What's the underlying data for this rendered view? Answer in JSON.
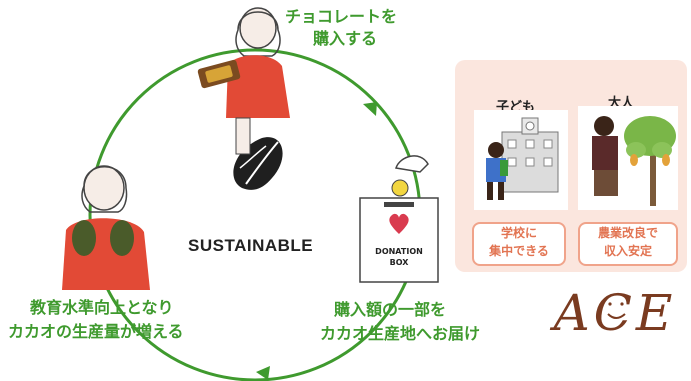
{
  "cycle": {
    "center_label": "SUSTAINABLE",
    "step_buy": [
      "チョコレートを",
      "購入する"
    ],
    "step_donate": [
      "購入額の一部を",
      "カカオ生産地へお届け"
    ],
    "step_education": [
      "教育水準向上となり",
      "カカオの生産量が増える"
    ]
  },
  "donation_box": [
    "DONATION",
    "BOX"
  ],
  "panel": {
    "kids_label": "子ども",
    "adult_label": "大人",
    "kids_result": [
      "学校に",
      "集中できる"
    ],
    "adult_result": [
      "農業改良で",
      "収入安定"
    ]
  },
  "logo_text": "ACE",
  "colors": {
    "cycle_green": "#3f9a2e",
    "panel_bg": "#fbe6de",
    "result_orange": "#e27452",
    "logo_brown": "#7a3b20"
  }
}
